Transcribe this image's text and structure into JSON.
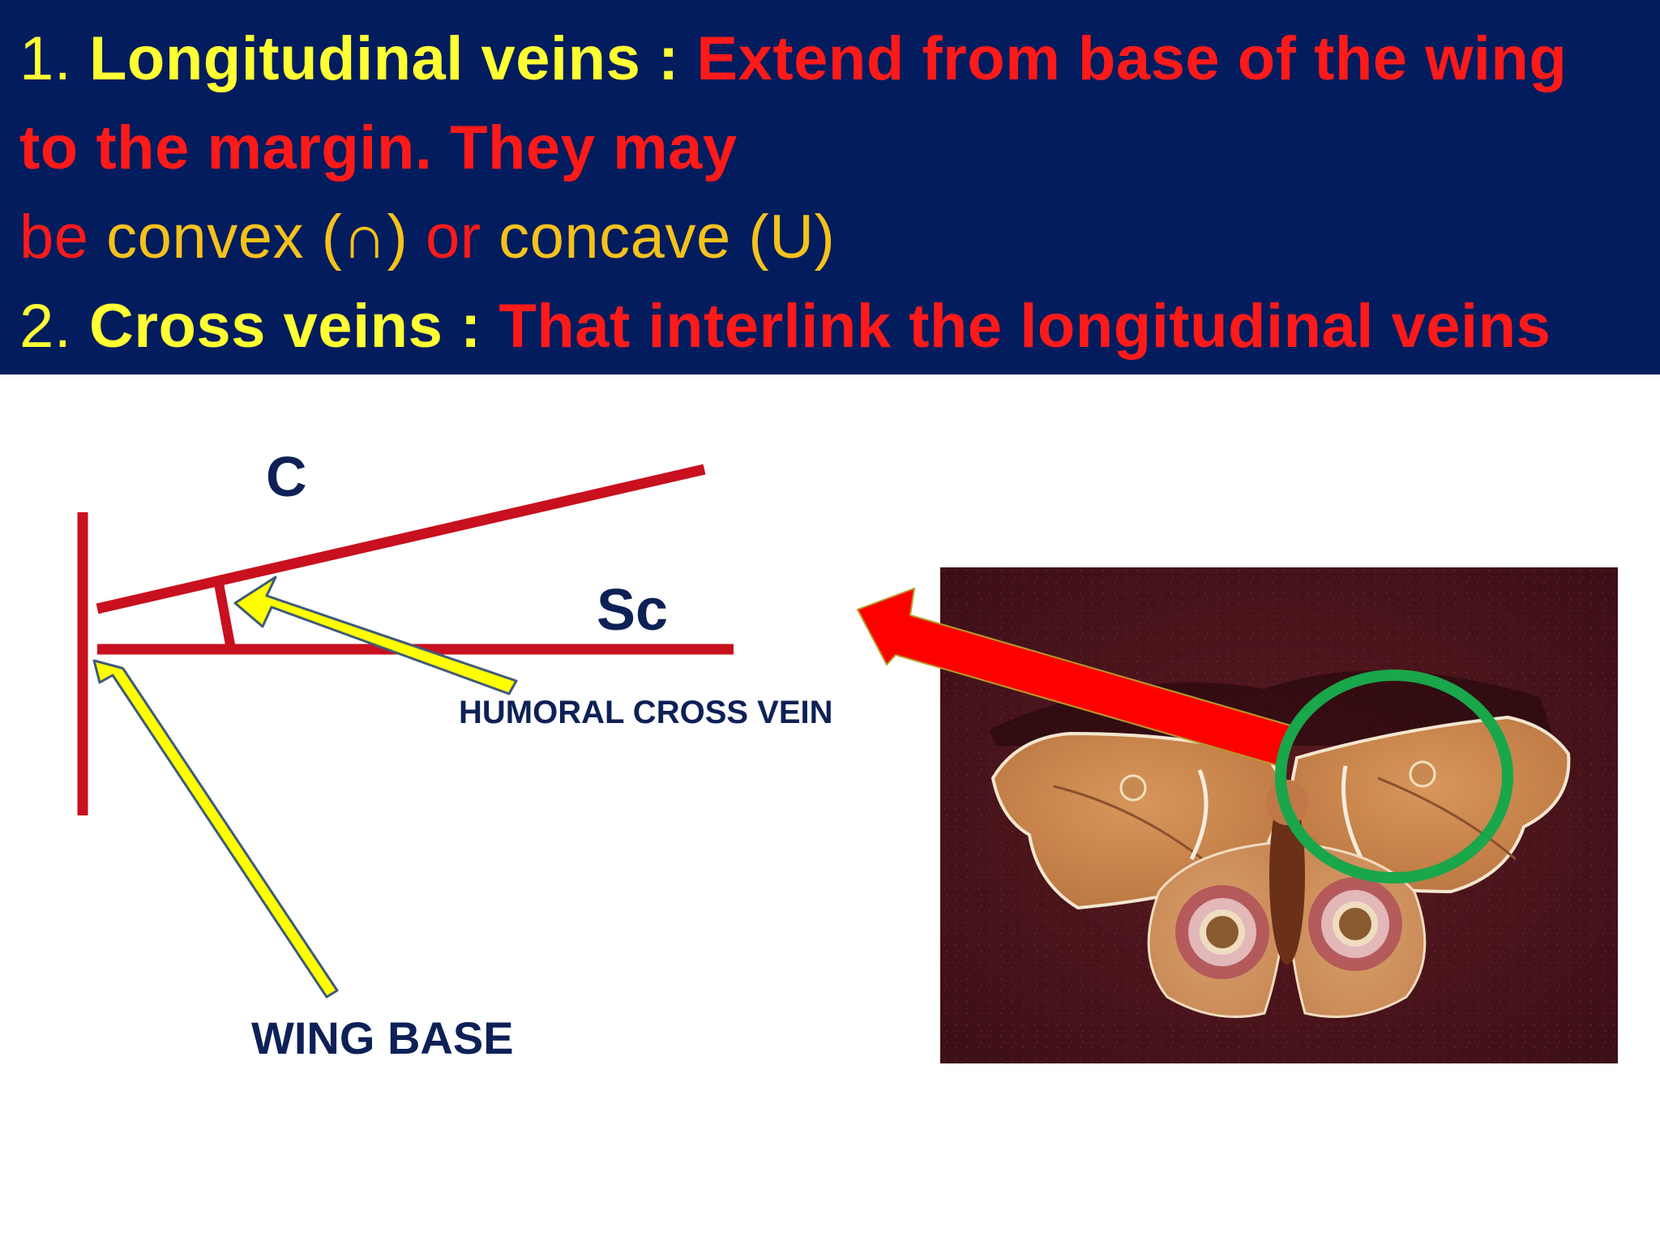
{
  "header": {
    "line1": {
      "num": "1. ",
      "term": "Longitudinal veins : ",
      "def": "Extend from base of the wing"
    },
    "line2": {
      "text": "to the margin. They may"
    },
    "line3": {
      "be": "be ",
      "convex": "convex (∩) ",
      "or": "or ",
      "concave": "concave (U)"
    },
    "line4": {
      "num": "2. ",
      "term": "Cross veins : ",
      "def": "That interlink the longitudinal veins"
    }
  },
  "diagram": {
    "label_c": "C",
    "label_sc": "Sc",
    "label_humoral": "HUMORAL CROSS VEIN",
    "label_wing_base": "WING BASE"
  },
  "colors": {
    "banner_bg": "#021c5e",
    "vein_red": "#c8101e",
    "arrow_yellow": "#ffff00",
    "arrow_red": "#ff0000",
    "circle_green": "#1aa64a",
    "label_navy": "#0d2157"
  }
}
